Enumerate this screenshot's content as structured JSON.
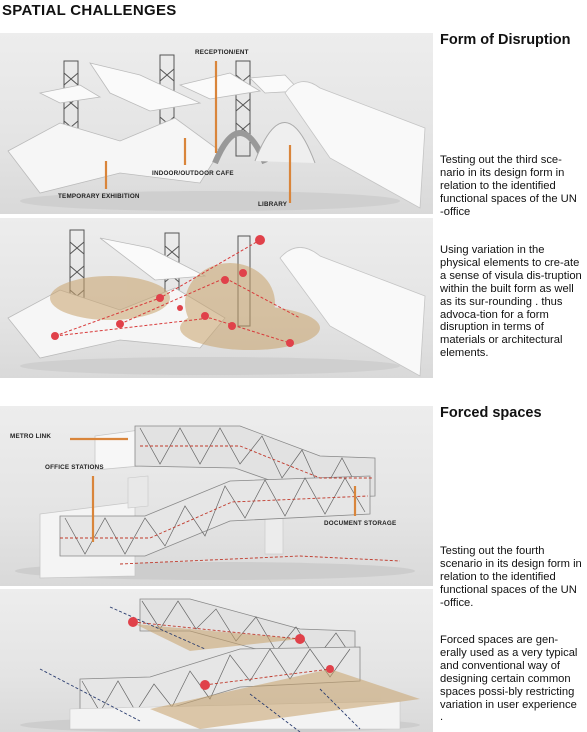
{
  "page": {
    "title": "SPATIAL CHALLENGES"
  },
  "section1": {
    "heading": "Form of Disruption",
    "para1": "Testing out the third sce-nario in its design form in relation to the identified functional spaces of the UN -office",
    "para2": "Using variation in the physical elements to cre-ate a sense of visula dis-truption within the built form as well as its sur-rounding . thus advoca-tion for a form disruption in terms of materials or architectural elements.",
    "labels": {
      "reception": "RECEPTION/ENT",
      "cafe": "INDOOR/OUTDOOR CAFE",
      "exhibition": "TEMPORARY EXHIBITION",
      "library": "LIBRARY"
    }
  },
  "section2": {
    "heading": "Forced spaces",
    "para1": "Testing out the fourth scenario in its design form in relation to the identified functional spaces of the UN -office.",
    "para2": "Forced spaces are gen-erally used as a very typical and conventional way of designing certain common spaces possi-bly restricting variation in user experience .",
    "labels": {
      "metro": "METRO LINK",
      "office": "OFFICE STATIONS",
      "document": "DOCUMENT STORAGE"
    }
  },
  "colors": {
    "accent": "#d9853b",
    "marker": "#e0414a",
    "fill": "#c9a36b"
  }
}
